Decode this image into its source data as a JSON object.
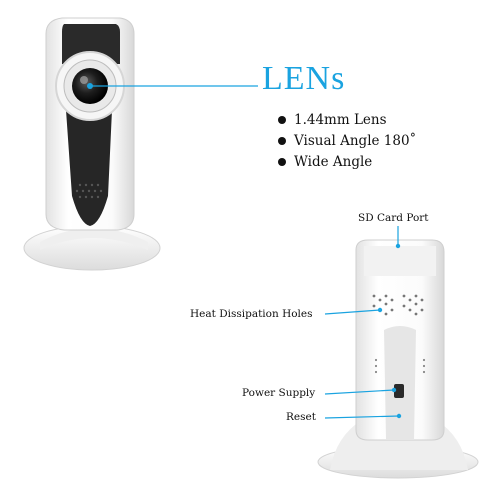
{
  "lens": {
    "title": "LENs",
    "features": [
      "1.44mm Lens",
      "Visual Angle 180˚",
      "Wide Angle"
    ]
  },
  "ports": {
    "sd_card": "SD Card Port",
    "heat": "Heat Dissipation Holes",
    "power": "Power Supply",
    "reset": "Reset"
  },
  "colors": {
    "accent": "#1aa3e0",
    "body": "#f4f4f4",
    "panel": "#262626"
  }
}
